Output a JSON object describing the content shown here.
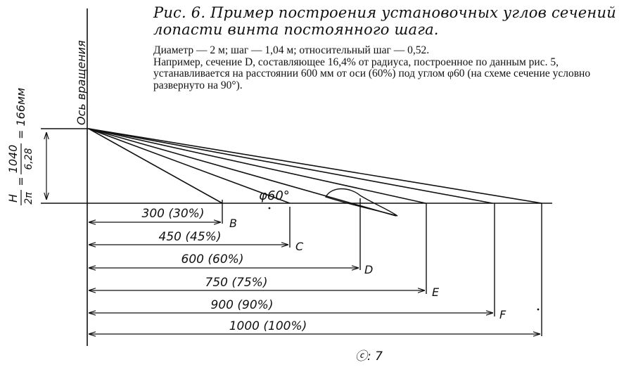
{
  "figure": {
    "caption_title": "Рис. 6. Пример построения установочных углов сечений лопасти винта постоянного шага.",
    "caption_line1": "Диаметр — 2 м; шаг — 1,04 м; относительный шаг — 0,52.",
    "caption_line2": "Например, сечение D, составляющее 16,4% от радиуса, построенное по данным рис. 5, устанавливается на расстоянии 600 мм от оси (60%) под углом φ60 (на схеме сечение условно развернуто на 90°)."
  },
  "diagram": {
    "axis_label": "Ось вращения",
    "pitch_formula": {
      "lhs_num": "H",
      "lhs_den": "2π",
      "mid_num": "1040",
      "mid_den": "6,28",
      "result": "= 166мм"
    },
    "angle_label": "φ60°",
    "sections": [
      {
        "letter": "B",
        "label": "300 (30%)"
      },
      {
        "letter": "C",
        "label": "450 (45%)"
      },
      {
        "letter": "D",
        "label": "600 (60%)"
      },
      {
        "letter": "E",
        "label": "750 (75%)"
      },
      {
        "letter": "F",
        "label": "900 (90%)"
      },
      {
        "letter": "",
        "label": "1000 (100%)"
      }
    ],
    "page_mark": "ⓒ: 7"
  }
}
